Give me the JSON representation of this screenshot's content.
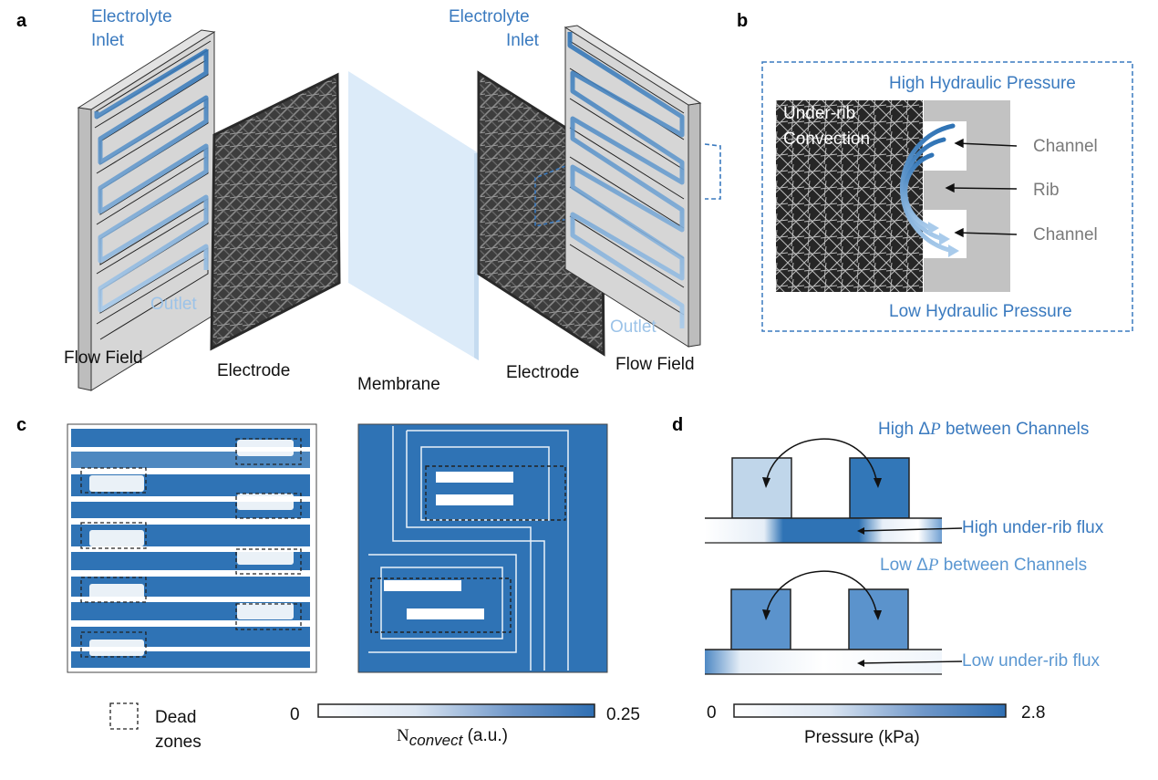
{
  "panels": {
    "a": {
      "letter": "a",
      "left_inlet": "Electrolyte\nInlet",
      "left_inlet_line1": "Electrolyte",
      "left_inlet_line2": "Inlet",
      "left_outlet": "Outlet",
      "right_inlet_line1": "Electrolyte",
      "right_inlet_line2": "Inlet",
      "right_outlet": "Outlet",
      "labels": [
        "Flow Field",
        "Electrode",
        "Membrane",
        "Electrode",
        "Flow Field"
      ]
    },
    "b": {
      "letter": "b",
      "high_pressure": "High Hydraulic Pressure",
      "low_pressure": "Low Hydraulic Pressure",
      "convection_line1": "Under-rib",
      "convection_line2": "Convection",
      "channel_top": "Channel",
      "rib": "Rib",
      "channel_bottom": "Channel"
    },
    "c": {
      "letter": "c",
      "legend_line1": "Dead",
      "legend_line2": "zones",
      "colorbar": {
        "min": "0",
        "max": "0.25",
        "label_main": "N",
        "label_sub": "convect",
        "label_unit": " (a.u.)"
      }
    },
    "d": {
      "letter": "d",
      "high_title_pre": "High ",
      "delta": "Δ",
      "p": "P",
      "high_title_post": " between Channels",
      "low_title_pre": "Low ",
      "low_title_post": " between Channels",
      "high_flux": "High under-rib flux",
      "low_flux": "Low under-rib flux",
      "colorbar": {
        "min": "0",
        "max": "2.8",
        "label": "Pressure (kPa)"
      }
    }
  },
  "colors": {
    "dark_blue": "#2f73b5",
    "mid_blue": "#5b93cc",
    "light_blue": "#a9cbeb",
    "membrane": "#dcebf9",
    "flowfield_gray": "#d4d4d4",
    "electrode_gray": "#4a4a4a"
  }
}
